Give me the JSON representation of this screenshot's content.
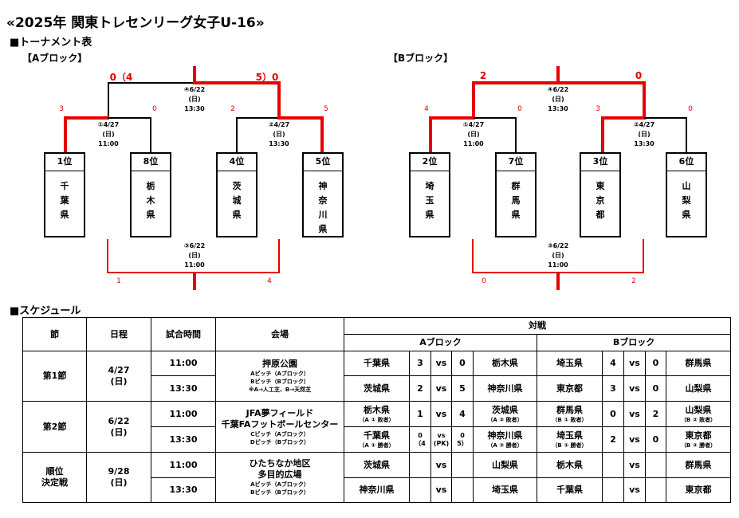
{
  "title": "«2025年 関東トレセンリーグ女子U-16»",
  "tournament_heading": "■トーナメント表",
  "schedule_heading": "■スケジュール",
  "blockA": {
    "label": "【Aブロック】",
    "final": {
      "score_left": "0（4",
      "score_right": "5）0",
      "info": [
        "④6/22",
        "(日)",
        "13:30"
      ]
    },
    "semi_left": {
      "score_left": "3",
      "score_right": "0",
      "info": [
        "①4/27",
        "(日)",
        "11:00"
      ]
    },
    "semi_right": {
      "score_left": "2",
      "score_right": "5",
      "info": [
        "②4/27",
        "(日)",
        "13:30"
      ]
    },
    "third": {
      "score_left": "1",
      "score_right": "4",
      "info": [
        "③6/22",
        "(日)",
        "11:00"
      ]
    },
    "teams": [
      {
        "rank": "1位",
        "name": "千葉県"
      },
      {
        "rank": "8位",
        "name": "栃木県"
      },
      {
        "rank": "4位",
        "name": "茨城県"
      },
      {
        "rank": "5位",
        "name": "神奈川県"
      }
    ]
  },
  "blockB": {
    "label": "【Bブロック】",
    "final": {
      "score_left": "2",
      "score_right": "0",
      "info": [
        "④6/22",
        "(日)",
        "13:30"
      ]
    },
    "semi_left": {
      "score_left": "4",
      "score_right": "0",
      "info": [
        "①4/27",
        "(日)",
        "11:00"
      ]
    },
    "semi_right": {
      "score_left": "3",
      "score_right": "0",
      "info": [
        "②4/27",
        "(日)",
        "13:30"
      ]
    },
    "third": {
      "score_left": "0",
      "score_right": "2",
      "info": [
        "③6/22",
        "(日)",
        "11:00"
      ]
    },
    "teams": [
      {
        "rank": "2位",
        "name": "埼玉県"
      },
      {
        "rank": "7位",
        "name": "群馬県"
      },
      {
        "rank": "3位",
        "name": "東京都"
      },
      {
        "rank": "6位",
        "name": "山梨県"
      }
    ]
  },
  "schedule": {
    "headers": {
      "round": "節",
      "date": "日程",
      "time": "試合時間",
      "venue": "会場",
      "match": "対戦",
      "blockA": "Aブロック",
      "blockB": "Bブロック"
    },
    "r1": {
      "round": "第1節",
      "date": [
        "4/27",
        "(日)"
      ],
      "venue": "押原公園",
      "venue_notes": [
        "Aピッチ（Aブロック）",
        "Bピッチ（Bブロック）",
        "※A→人工芝、B→天然芝"
      ],
      "m1": {
        "time": "11:00",
        "a_l": "千葉県",
        "a_sl": "3",
        "vs": "vs",
        "a_sr": "0",
        "a_r": "栃木県",
        "b_l": "埼玉県",
        "b_sl": "4",
        "b_sr": "0",
        "b_r": "群馬県"
      },
      "m2": {
        "time": "13:30",
        "a_l": "茨城県",
        "a_sl": "2",
        "vs": "vs",
        "a_sr": "5",
        "a_r": "神奈川県",
        "b_l": "東京都",
        "b_sl": "3",
        "b_sr": "0",
        "b_r": "山梨県"
      }
    },
    "r2": {
      "round": "第2節",
      "date": [
        "6/22",
        "(日)"
      ],
      "venue": [
        "JFA夢フィールド",
        "千葉FAフットボールセンター"
      ],
      "venue_notes": [
        "Cピッチ（Aブロック）",
        "Dピッチ（Bブロック）"
      ],
      "m1": {
        "time": "11:00",
        "a_l": "栃木県",
        "a_l_sub": "（A ① 敗者）",
        "a_sl": "1",
        "vs": "vs",
        "a_sr": "4",
        "a_r": "茨城県",
        "a_r_sub": "（A ② 敗者）",
        "b_l": "群馬県",
        "b_l_sub": "（B ① 敗者）",
        "b_sl": "0",
        "b_sr": "2",
        "b_r": "山梨県",
        "b_r_sub": "（B ② 敗者）"
      },
      "m2": {
        "time": "13:30",
        "a_l": "千葉県",
        "a_l_sub": "（A ① 勝者）",
        "a_sl": [
          "0",
          "（4"
        ],
        "vs": [
          "vs",
          "(PK)"
        ],
        "a_sr": [
          "0",
          "5）"
        ],
        "a_r": "神奈川県",
        "a_r_sub": "（A ② 勝者）",
        "b_l": "埼玉県",
        "b_l_sub": "（B ① 勝者）",
        "b_sl": "2",
        "b_sr": "0",
        "b_r": "東京都",
        "b_r_sub": "（B ② 勝者）"
      }
    },
    "r3": {
      "round": [
        "順位",
        "決定戦"
      ],
      "date": [
        "9/28",
        "(日)"
      ],
      "venue": [
        "ひたちなか地区",
        "多目的広場"
      ],
      "venue_notes": [
        "Aピッチ（Aブロック）",
        "Bピッチ（Bブロック）"
      ],
      "m1": {
        "time": "11:00",
        "a_l": "茨城県",
        "vs": "vs",
        "a_r": "山梨県",
        "b_l": "栃木県",
        "b_r": "群馬県"
      },
      "m2": {
        "time": "13:30",
        "a_l": "神奈川県",
        "vs": "vs",
        "a_r": "埼玉県",
        "b_l": "千葉県",
        "b_r": "東京都"
      }
    }
  }
}
